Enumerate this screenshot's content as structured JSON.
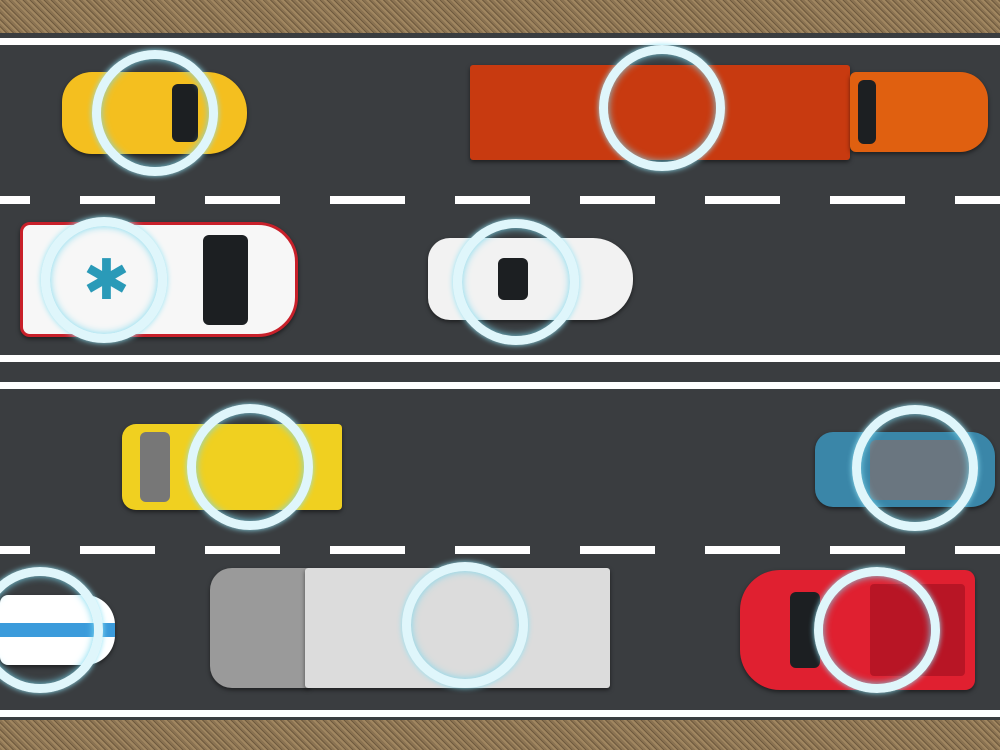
{
  "game": {
    "type": "traffic tap game"
  },
  "colors": {
    "road": "#3a3d40",
    "sand": "#8b7352",
    "ring": "#dff6fb"
  },
  "vehicles": [
    {
      "name": "taxi",
      "color": "#f4bf1f"
    },
    {
      "name": "orange-semi-truck",
      "color": "#c83a10"
    },
    {
      "name": "ambulance",
      "color": "#ffffff"
    },
    {
      "name": "white-car",
      "color": "#f2f2f2"
    },
    {
      "name": "yellow-van",
      "color": "#f0d020"
    },
    {
      "name": "blue-car",
      "color": "#3a86a8"
    },
    {
      "name": "police-car",
      "color": "#ffffff"
    },
    {
      "name": "white-truck",
      "color": "#dcdcdc"
    },
    {
      "name": "red-pickup",
      "color": "#e02030"
    }
  ]
}
